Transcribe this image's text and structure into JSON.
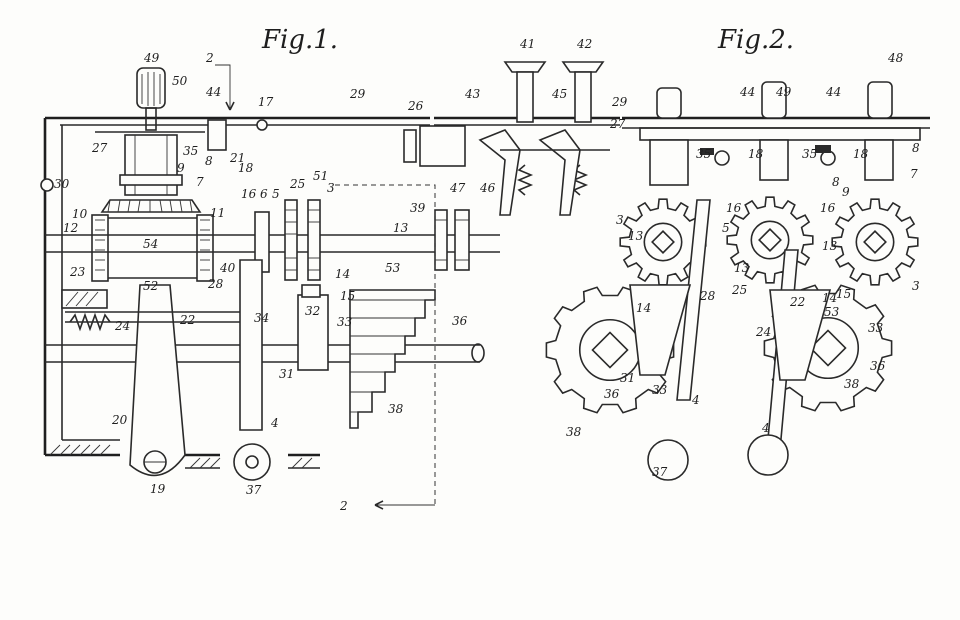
{
  "figures": [
    "Fig.1.",
    "Fig.2."
  ],
  "fig1_labels": [
    "49",
    "50",
    "2",
    "44",
    "17",
    "29",
    "26",
    "43",
    "27",
    "30",
    "35",
    "8",
    "21",
    "18",
    "9",
    "7",
    "16",
    "6",
    "5",
    "25",
    "51",
    "3",
    "47",
    "46",
    "39",
    "13",
    "10",
    "12",
    "11",
    "54",
    "40",
    "14",
    "23",
    "52",
    "28",
    "53",
    "15",
    "32",
    "34",
    "33",
    "22",
    "24",
    "36",
    "31",
    "38",
    "20",
    "4",
    "19",
    "37",
    "2"
  ],
  "fig2_labels": [
    "41",
    "42",
    "45",
    "29",
    "27",
    "44",
    "49",
    "44",
    "48",
    "35",
    "18",
    "35",
    "18",
    "8",
    "8",
    "7",
    "9",
    "3",
    "13",
    "16",
    "16",
    "5",
    "13",
    "13",
    "3",
    "25",
    "14",
    "28",
    "22",
    "14",
    "15",
    "53",
    "33",
    "24",
    "31",
    "36",
    "36",
    "33",
    "38",
    "4",
    "38",
    "37",
    "4"
  ]
}
